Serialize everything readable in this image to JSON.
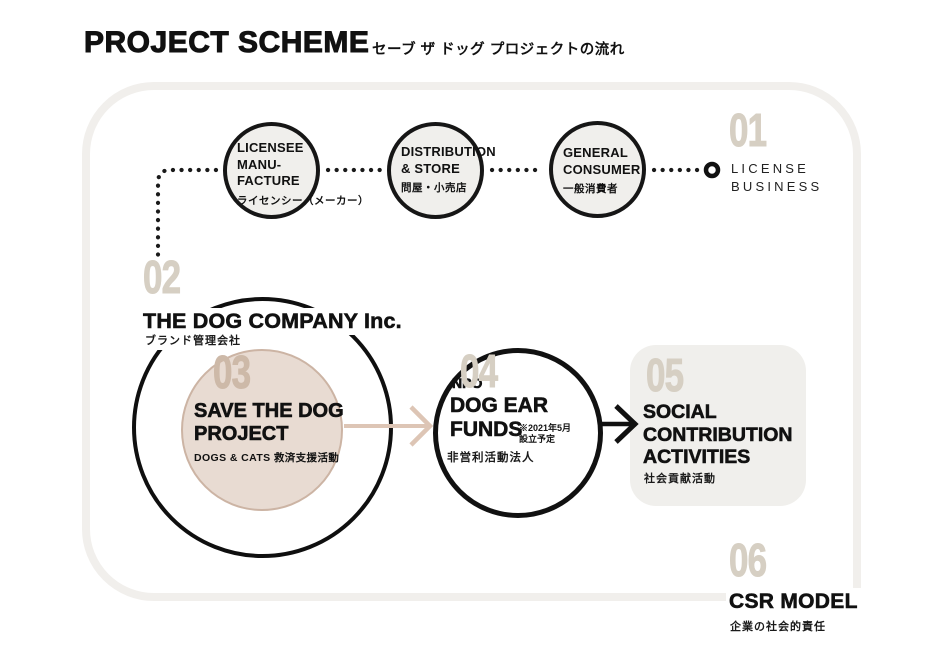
{
  "header": {
    "title": "PROJECT SCHEME",
    "subtitle": "セーブ ザ ドッグ プロジェクトの流れ"
  },
  "license_flow": {
    "nodes": [
      {
        "lines": [
          "LICENSEE",
          "MANU-",
          "FACTURE"
        ],
        "jp": "ライセンシー（メーカー）"
      },
      {
        "lines": [
          "DISTRIBUTION",
          "& STORE"
        ],
        "jp": "問屋・小売店"
      },
      {
        "lines": [
          "GENERAL",
          "CONSUMER"
        ],
        "jp": "一般消費者"
      }
    ],
    "step": {
      "number": "01",
      "lines": [
        "LICENSE",
        "BUSINESS"
      ]
    }
  },
  "company": {
    "number": "02",
    "name": "THE DOG COMPANY Inc.",
    "jp": "ブランド管理会社"
  },
  "project": {
    "number": "03",
    "lines": [
      "SAVE THE DOG",
      "PROJECT"
    ],
    "caption": "DOGS & CATS 救済支援活動"
  },
  "npo": {
    "number": "04",
    "org_type": "NPO",
    "lines": [
      "DOG EAR",
      "FUNDS"
    ],
    "note_lines": [
      "※2021年5月",
      "設立予定"
    ],
    "jp": "非営利活動法人"
  },
  "social": {
    "number": "05",
    "lines": [
      "SOCIAL",
      "CONTRIBUTION",
      "ACTIVITIES"
    ],
    "jp": "社会貢献活動"
  },
  "csr": {
    "number": "06",
    "name": "CSR MODEL",
    "jp": "企業の社会的責任"
  },
  "colors": {
    "black": "#111111",
    "number_beige": "#d6cfc3",
    "number_tan": "#cdb9a8",
    "panel_gray": "#f0efec",
    "frame_gray": "#f1efec",
    "tan_fill": "#e8dbd2",
    "tan_border": "#ccb4a4",
    "tan_arrow": "#ddc5b5"
  }
}
